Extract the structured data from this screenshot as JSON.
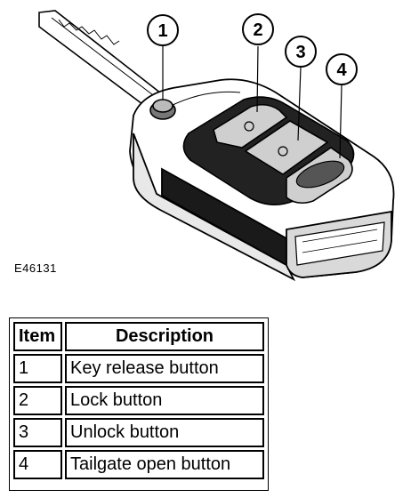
{
  "figure": {
    "id": "E46131",
    "callouts": [
      {
        "number": "1",
        "target": "key-release-button"
      },
      {
        "number": "2",
        "target": "lock-button"
      },
      {
        "number": "3",
        "target": "unlock-button"
      },
      {
        "number": "4",
        "target": "tailgate-open-button"
      }
    ]
  },
  "legend": {
    "headers": {
      "item": "Item",
      "description": "Description"
    },
    "rows": [
      {
        "item": "1",
        "description": "Key release button"
      },
      {
        "item": "2",
        "description": "Lock button"
      },
      {
        "item": "3",
        "description": "Unlock button"
      },
      {
        "item": "4",
        "description": "Tailgate open button"
      }
    ]
  }
}
